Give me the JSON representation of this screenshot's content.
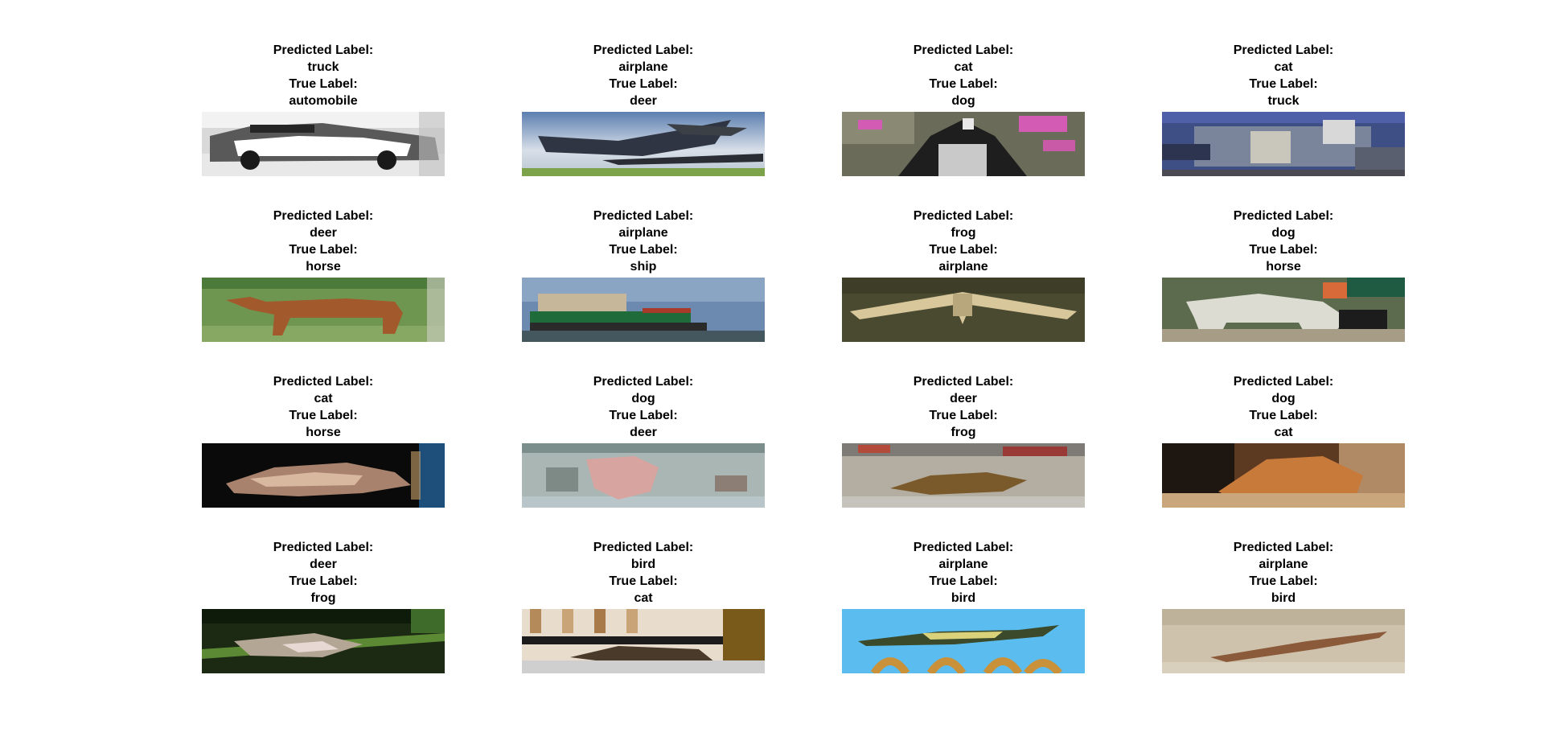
{
  "figure": {
    "labels": {
      "predicted": "Predicted Label:",
      "true": "True Label:"
    },
    "panels": [
      {
        "predicted": "truck",
        "true": "automobile",
        "thumbnail": "grayscale-car"
      },
      {
        "predicted": "airplane",
        "true": "deer",
        "thumbnail": "blue-sky-shape"
      },
      {
        "predicted": "cat",
        "true": "dog",
        "thumbnail": "dog-pink-flowers"
      },
      {
        "predicted": "cat",
        "true": "truck",
        "thumbnail": "blue-truck"
      },
      {
        "predicted": "deer",
        "true": "horse",
        "thumbnail": "brown-horse-grass"
      },
      {
        "predicted": "airplane",
        "true": "ship",
        "thumbnail": "green-ship"
      },
      {
        "predicted": "frog",
        "true": "airplane",
        "thumbnail": "beige-airplane"
      },
      {
        "predicted": "dog",
        "true": "horse",
        "thumbnail": "white-horse"
      },
      {
        "predicted": "cat",
        "true": "horse",
        "thumbnail": "dark-horse"
      },
      {
        "predicted": "dog",
        "true": "deer",
        "thumbnail": "pale-deer"
      },
      {
        "predicted": "deer",
        "true": "frog",
        "thumbnail": "brown-frog"
      },
      {
        "predicted": "dog",
        "true": "cat",
        "thumbnail": "orange-cat"
      },
      {
        "predicted": "deer",
        "true": "frog",
        "thumbnail": "green-frog"
      },
      {
        "predicted": "bird",
        "true": "cat",
        "thumbnail": "striped-cat"
      },
      {
        "predicted": "airplane",
        "true": "bird",
        "thumbnail": "bird-blue-sky"
      },
      {
        "predicted": "airplane",
        "true": "bird",
        "thumbnail": "bird-beige"
      }
    ]
  }
}
